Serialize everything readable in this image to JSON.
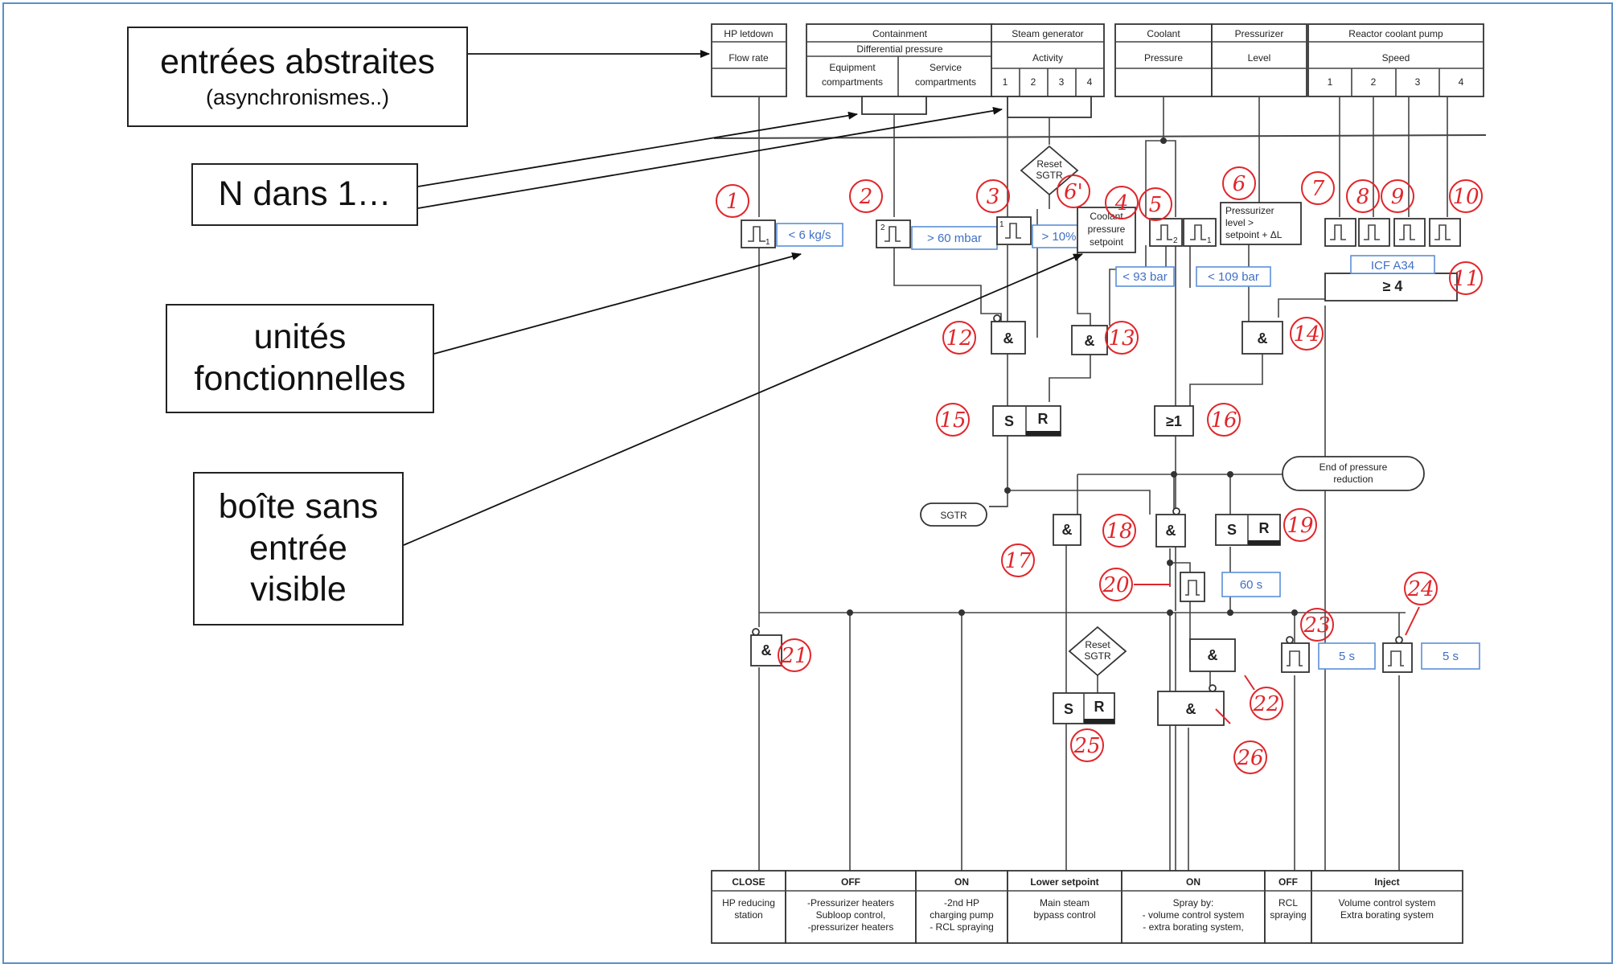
{
  "callouts": {
    "abstract_inputs": {
      "main": "entrées abstraites",
      "sub": "(asynchronismes..)"
    },
    "n_of": {
      "main": "N dans 1…"
    },
    "functional_units": {
      "line1": "unités",
      "line2": "fonctionnelles"
    },
    "no_input_box": {
      "line1": "boîte sans",
      "line2": "entrée",
      "line3": "visible"
    }
  },
  "inputs": {
    "hp_letdown": {
      "title": "HP letdown",
      "sub": "Flow rate"
    },
    "containment": {
      "title": "Containment",
      "sub": "Differential pressure",
      "col1a": "Equipment",
      "col1b": "compartments",
      "col2a": "Service",
      "col2b": "compartments"
    },
    "steam_generator": {
      "title": "Steam generator",
      "sub": "Activity",
      "channels": [
        "1",
        "2",
        "3",
        "4"
      ]
    },
    "coolant": {
      "title": "Coolant",
      "sub": "Pressure"
    },
    "pressurizer": {
      "title": "Pressurizer",
      "sub": "Level"
    },
    "rcp": {
      "title": "Reactor coolant pump",
      "sub": "Speed",
      "channels": [
        "1",
        "2",
        "3",
        "4"
      ]
    }
  },
  "thresholds": {
    "t1": "< 6 kg/s",
    "t2": "> 60 mbar",
    "t3": "> 10%",
    "t4": "< 93 bar",
    "t5": "< 109 bar",
    "icf": "ICF  A34",
    "icf_count": "≥ 4",
    "timer20": "60 s",
    "timer23": "5 s",
    "timer24": "5 s"
  },
  "boxes": {
    "coolant_setpoint": [
      "Coolant",
      "pressure",
      "setpoint"
    ],
    "pressurizer_setpoint": [
      "Pressurizer",
      "level >",
      "setpoint + ΔL"
    ],
    "reset_sgtr": [
      "Reset",
      "SGTR"
    ],
    "end_pressure": [
      "End of pressure",
      "reduction"
    ],
    "sgtr": "SGTR"
  },
  "gates": {
    "and": "&",
    "or": "≥1",
    "set": "S",
    "reset": "R"
  },
  "red_numbers": [
    "1",
    "2",
    "3",
    "6'",
    "4",
    "5",
    "6",
    "7",
    "8",
    "9",
    "10",
    "11",
    "12",
    "13",
    "14",
    "15",
    "16",
    "17",
    "18",
    "19",
    "20",
    "21",
    "22",
    "23",
    "24",
    "25",
    "26"
  ],
  "outputs": [
    {
      "head": "CLOSE",
      "lines": [
        "HP reducing",
        "station"
      ]
    },
    {
      "head": "OFF",
      "lines": [
        "-Pressurizer heaters",
        "Subloop control,",
        "-pressurizer heaters"
      ]
    },
    {
      "head": "ON",
      "lines": [
        "-2nd HP",
        "charging pump",
        "- RCL spraying"
      ]
    },
    {
      "head": "Lower setpoint",
      "lines": [
        "Main steam",
        "bypass control"
      ]
    },
    {
      "head": "ON",
      "lines": [
        "Spray by:",
        "- volume control system",
        "- extra borating system,"
      ]
    },
    {
      "head": "OFF",
      "lines": [
        "RCL",
        "spraying"
      ]
    },
    {
      "head": "Inject",
      "lines": [
        "Volume control system",
        "Extra borating system"
      ]
    }
  ]
}
